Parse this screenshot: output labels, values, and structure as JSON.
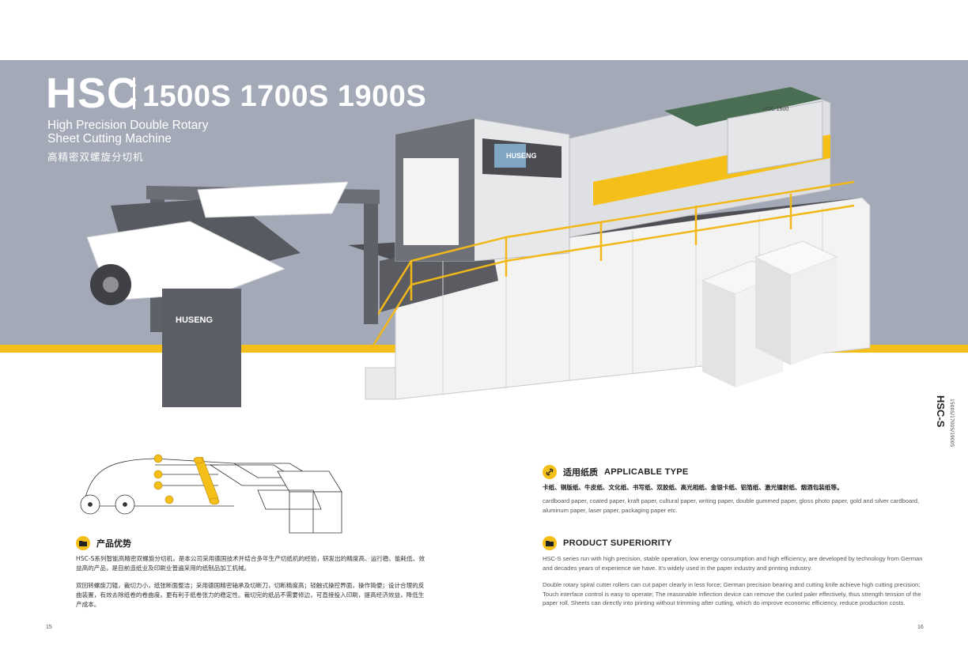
{
  "hero": {
    "brand": "HSC",
    "models": "1500S 1700S 1900S",
    "subtitle_line1": "High Precision Double Rotary",
    "subtitle_line2": "Sheet Cutting Machine",
    "subtitle_cn": "高精密双螺旋分切机"
  },
  "machine_labels": {
    "logo_roll_stand": "HUSENG",
    "logo_cutter": "HUSENG",
    "panel_badge": "HSC 1500"
  },
  "side_tab": {
    "title": "HSC-S",
    "sub": "1500S/1700S/1900S"
  },
  "product_advantage": {
    "title": "产品优势",
    "para1": "HSC-S系列智能高精密双螺旋分切机，是本公司采用德国技术并结合多年生产切纸机的经验，研发出的精度高、运行稳、能耗低、效益高的产品，是目前造纸业及印刷业普遍采用的纸制品加工机械。",
    "para2": "双回转螺旋刀辊，裁切力小，纸张断面整洁；采用德国精密轴承及切断刀，切断精度高；轻触式操控界面，操作简便；设计合理的反曲装置，有效去除纸卷的卷曲度，更有利于纸卷张力的稳定性。裁切完的纸品不需要修边，可直接投入印刷，提高经济效益，降低生产成本。"
  },
  "applicable_type": {
    "title_cn": "适用纸质",
    "title_en": "APPLICABLE TYPE",
    "list_cn": "卡纸、铜版纸、牛皮纸、文化纸、书写纸、双胶纸、高光相纸、金银卡纸、铝箔纸、激光镭射纸、烟酒包装纸等。",
    "list_en": "cardboard paper, coated paper, kraft paper, cultural paper, writing paper, double gummed paper, gloss photo paper, gold and silver cardboard, aluminum paper, laser paper, packaging paper etc."
  },
  "product_superiority": {
    "title": "PRODUCT SUPERIORITY",
    "para1": "HSC-S series run with high precision, stable operation, low energy consumption and high efficiency, are developed by technology from German and decades years of experience we have. It's widely used in the paper industry and printing industry.",
    "para2": "Double rotary spiral cutter rollers can cut paper clearly in less force; German precision bearing and cutting knife achieve high cutting precision; Touch interface control is easy to operate; The reasonable inflection device can remove the curled paler effectively, thus strength tension of the paper roll. Sheets can directly into printing without trimming after cutting, which do improve economic efficiency, reduce production costs."
  },
  "pages": {
    "left": "15",
    "right": "16"
  },
  "icons": {
    "advantage": "folder-icon",
    "applicable": "link-icon",
    "superiority": "folder-icon"
  },
  "colors": {
    "accent": "#f5bf19",
    "hero_bg": "#a3a9b7"
  }
}
